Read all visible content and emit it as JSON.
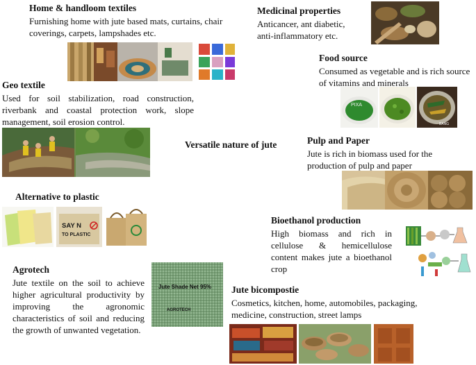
{
  "center": {
    "title": "Versatile nature of jute"
  },
  "home": {
    "title": "Home & handloom textiles",
    "body": "Furnishing home with jute based mats, curtains, chair coverings, carpets, lampshades  etc."
  },
  "medicinal": {
    "title": "Medicinal properties",
    "body": "Anticancer, ant diabetic, anti-inflammatory  etc."
  },
  "food": {
    "title": "Food source",
    "body": "Consumed as vegetable and is rich source of vitamins and minerals",
    "img_label_1": "PIXA",
    "img_label_2": "BANG"
  },
  "geo": {
    "title": "Geo textile",
    "body": "Used for soil stabilization, road construction, riverbank and coastal protection work, slope management, soil erosion control."
  },
  "pulp": {
    "title": "Pulp and Paper",
    "body": "Jute is  rich in biomass used for the production of pulp and paper"
  },
  "plastic": {
    "title": "Alternative to plastic",
    "bag_text_1": "SAY N",
    "bag_text_2": "TO PLASTIC"
  },
  "bioethanol": {
    "title": "Bioethanol  production",
    "body": "High biomass and rich in cellulose & hemicellulose content makes jute a bioethanol crop"
  },
  "agrotech": {
    "title": "Agrotech",
    "body": "Jute textile on the soil to achieve higher agricultural productivity by improving the agronomic characteristics of soil and reducing the growth of unwanted vegetation.",
    "net_label": "Jute Shade Net 95%",
    "net_brand": "AGROTECH"
  },
  "bicompostie": {
    "title": "Jute bicompostie",
    "body": "Cosmetics, kitchen, home, automobiles, packaging, medicine, construction, street lamps"
  }
}
